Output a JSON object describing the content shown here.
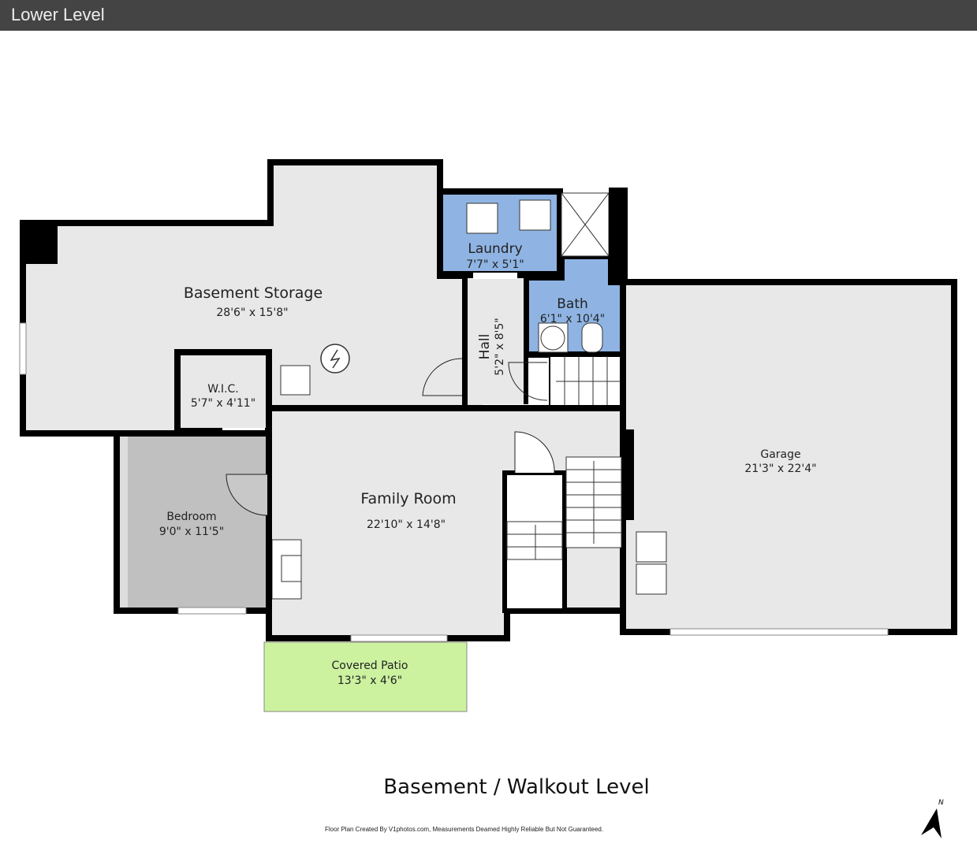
{
  "header": {
    "title": "Lower Level"
  },
  "rooms": {
    "storage": {
      "name": "Basement Storage",
      "dim": "28'6\" x 15'8\""
    },
    "laundry": {
      "name": "Laundry",
      "dim": "7'7\" x 5'1\""
    },
    "bath": {
      "name": "Bath",
      "dim": "6'1\" x 10'4\""
    },
    "hall": {
      "name": "Hall",
      "dim": "5'2\" x 8'5\""
    },
    "wic": {
      "name": "W.I.C.",
      "dim": "5'7\" x 4'11\""
    },
    "bedroom": {
      "name": "Bedroom",
      "dim": "9'0\" x 11'5\""
    },
    "family": {
      "name": "Family Room",
      "dim": "22'10\" x 14'8\""
    },
    "garage": {
      "name": "Garage",
      "dim": "21'3\" x 22'4\""
    },
    "patio": {
      "name": "Covered Patio",
      "dim": "13'3\" x 4'6\""
    }
  },
  "footer": {
    "plan_title": "Basement / Walkout Level",
    "credit": "Floor Plan Created By V1photos.com, Measurements Deamed Highly Reliable But Not Guaranteed.",
    "north": "N"
  },
  "colors": {
    "wet": "#8fb4e3",
    "patio": "#ccf2a0",
    "room": "#e8e8e8",
    "bedroom": "#c0c0c0"
  }
}
